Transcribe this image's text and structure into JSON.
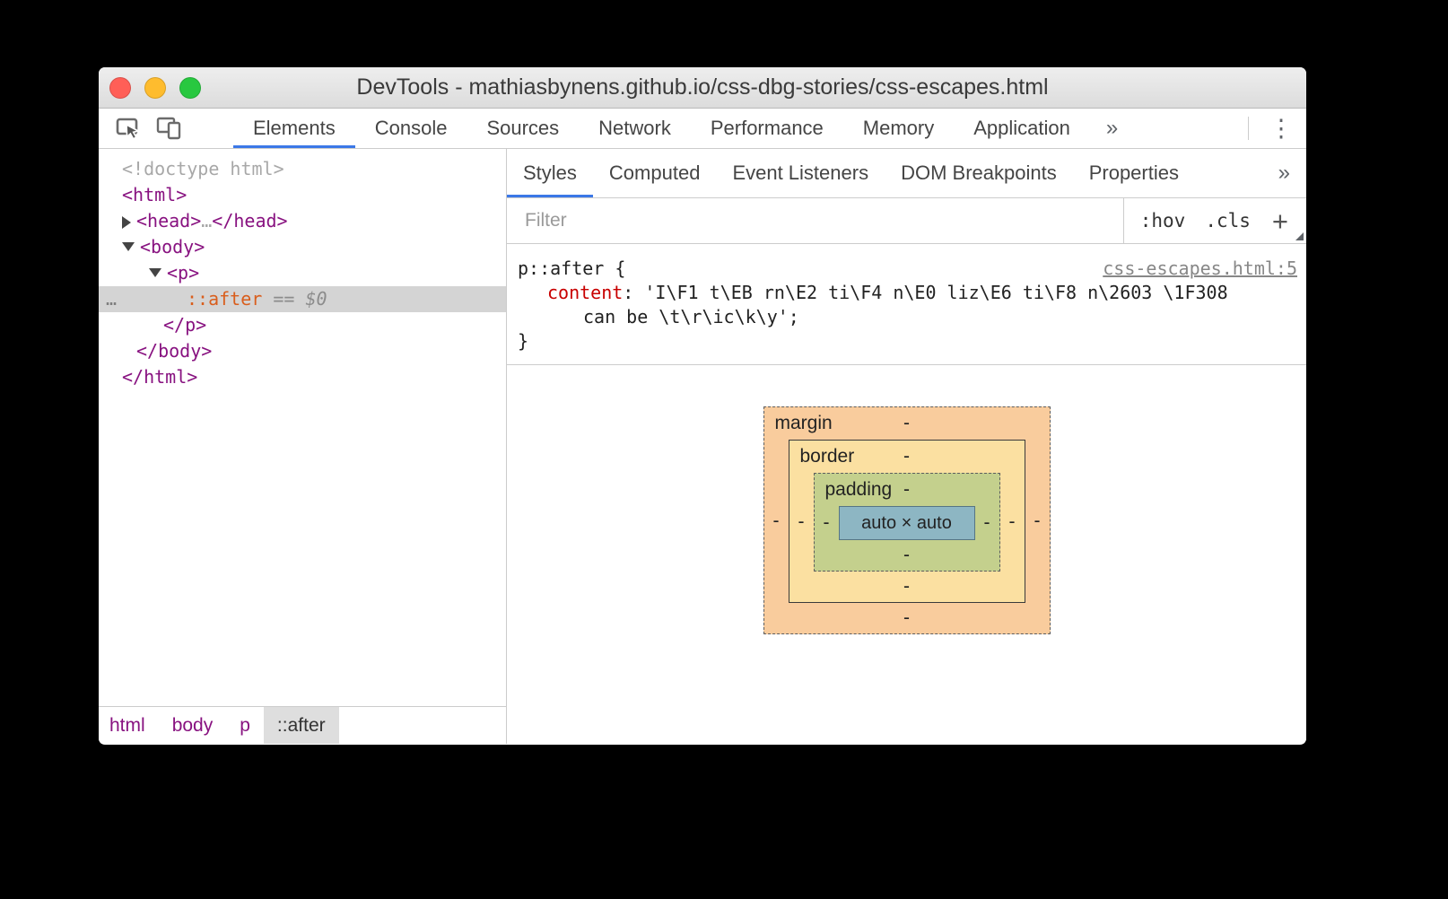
{
  "colors": {
    "accent_blue": "#3b78e7",
    "tag_purple": "#881280",
    "property_red": "#c80000",
    "pseudo_orange": "#d95e1d",
    "traffic_red": "#ff5f57",
    "traffic_yellow": "#febc2e",
    "traffic_green": "#28c840",
    "box_margin_fill": "#f9cc9d",
    "box_border_fill": "#fbe0a1",
    "box_padding_fill": "#c4d08d",
    "box_content_fill": "#8db6c3"
  },
  "titlebar": {
    "title": "DevTools - mathiasbynens.github.io/css-dbg-stories/css-escapes.html"
  },
  "toolbar": {
    "tabs": [
      {
        "label": "Elements",
        "active": true
      },
      {
        "label": "Console",
        "active": false
      },
      {
        "label": "Sources",
        "active": false
      },
      {
        "label": "Network",
        "active": false
      },
      {
        "label": "Performance",
        "active": false
      },
      {
        "label": "Memory",
        "active": false
      },
      {
        "label": "Application",
        "active": false
      }
    ],
    "more_tabs": "»",
    "menu_icon": "⋮"
  },
  "elements": {
    "tree": {
      "doctype": "<!doctype html>",
      "html_open": "<html>",
      "head_open": "<head>",
      "head_ellipsis": "…",
      "head_close": "</head>",
      "body_open": "<body>",
      "p_open": "<p>",
      "after_gutter": "…",
      "after_name": "::after",
      "after_eq": "==",
      "after_ref": "$0",
      "p_close": "</p>",
      "body_close": "</body>",
      "html_close": "</html>"
    },
    "breadcrumbs": [
      {
        "label": "html",
        "selected": false
      },
      {
        "label": "body",
        "selected": false
      },
      {
        "label": "p",
        "selected": false
      },
      {
        "label": "::after",
        "selected": true
      }
    ]
  },
  "styles": {
    "tabs": [
      {
        "label": "Styles",
        "active": true
      },
      {
        "label": "Computed",
        "active": false
      },
      {
        "label": "Event Listeners",
        "active": false
      },
      {
        "label": "DOM Breakpoints",
        "active": false
      },
      {
        "label": "Properties",
        "active": false
      }
    ],
    "more_tabs": "»",
    "filter_placeholder": "Filter",
    "pseudo_toggle": ":hov",
    "class_toggle": ".cls",
    "new_rule": "+",
    "rule": {
      "selector": "p::after",
      "open_brace": "{",
      "property": "content",
      "colon": ": ",
      "value_line1": "'I\\F1 t\\EB rn\\E2 ti\\F4 n\\E0 liz\\E6 ti\\F8 n\\2603 \\1F308",
      "value_line2": "can be \\t\\r\\ic\\k\\y';",
      "close_brace": "}",
      "source_link": "css-escapes.html:5"
    },
    "box_model": {
      "margin_label": "margin",
      "border_label": "border",
      "padding_label": "padding",
      "content": "auto × auto",
      "margin": {
        "top": "-",
        "right": "-",
        "bottom": "-",
        "left": "-"
      },
      "border": {
        "top": "-",
        "right": "-",
        "bottom": "-",
        "left": "-"
      },
      "padding": {
        "top": "-",
        "right": "-",
        "bottom": "-",
        "left": "-"
      }
    }
  }
}
